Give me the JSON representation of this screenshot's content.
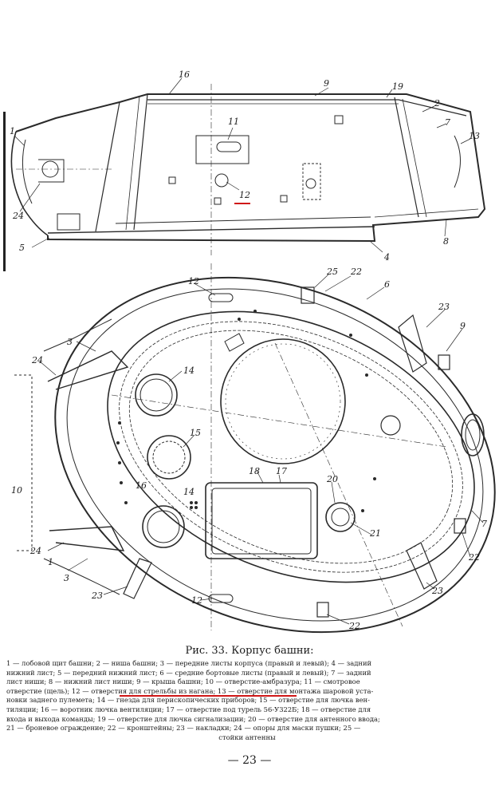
{
  "figure": {
    "caption": "Рис. 33. Корпус башни:",
    "page_number": "— 23 —",
    "side_labels": [
      "16",
      "9",
      "19",
      "2",
      "7",
      "13",
      "11",
      "12",
      "1",
      "24",
      "5",
      "4",
      "8"
    ],
    "top_labels": [
      "12",
      "25",
      "22",
      "6",
      "23",
      "3",
      "9",
      "24",
      "14",
      "15",
      "10",
      "16",
      "17",
      "18",
      "20",
      "14",
      "21",
      "7",
      "22",
      "24",
      "1",
      "3",
      "23",
      "23",
      "12",
      "22"
    ],
    "legend_lines": [
      "1 — лобовой щит башни; 2 — ниша башни; 3 — передние листы корпуса (правый и левый); 4 — задний",
      "нижний лист; 5 — передний нижний лист; 6 — средние бортовые листы (правый и левый); 7 — задний",
      "лист ниши; 8 — нижний лист ниши; 9 — крыша башни; 10 — отверстие-амбразура; 11 — смотровое",
      "отверстие (щель); 12 — отверстия для стрельбы из нагана; 13 — отверстие для монтажа шаровой уста-",
      "новки заднего пулемета; 14 — гнезда для перископических приборов; 15 — отверстие для лючка вен-",
      "тиляции; 16 — воротник лючка вентиляции; 17 — отверстие под турель 56-У322Б; 18 — отверстие для",
      "входа и выхода команды; 19 — отверстие для лючка сигнализации; 20 — отверстие для антенного ввода;",
      "21 — броневое ограждение; 22 — кронштейны; 23 — накладки; 24 — опоры для маски пушки; 25 —"
    ],
    "legend_last": "стойки антенны",
    "highlight_color": "#d01818"
  }
}
